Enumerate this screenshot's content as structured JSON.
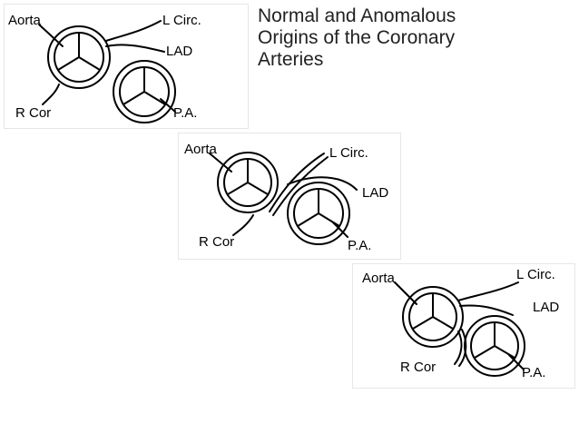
{
  "title": {
    "lines": [
      "Normal and Anomalous",
      "Origins of the Coronary",
      "Arteries"
    ]
  },
  "diagrams": [
    {
      "aorta": "Aorta",
      "l_circ": "L Circ.",
      "lad": "LAD",
      "r_cor": "R Cor",
      "pa": "P.A."
    },
    {
      "aorta": "Aorta",
      "l_circ": "L Circ.",
      "lad": "LAD",
      "r_cor": "R Cor",
      "pa": "P.A."
    },
    {
      "aorta": "Aorta",
      "l_circ": "L Circ.",
      "lad": "LAD",
      "r_cor": "R Cor",
      "pa": "P.A."
    }
  ]
}
